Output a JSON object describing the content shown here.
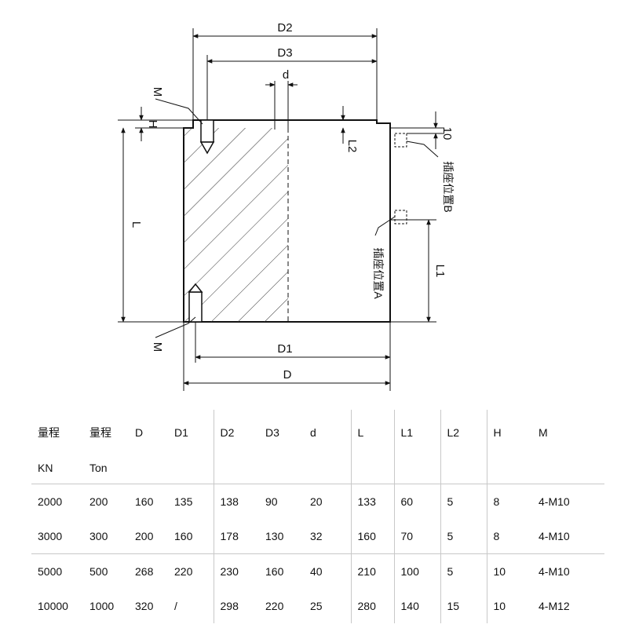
{
  "drawing": {
    "dims": {
      "D": "D",
      "D1": "D1",
      "D2": "D2",
      "D3": "D3",
      "d": "d",
      "L": "L",
      "L1": "L1",
      "L2": "L2",
      "H": "H",
      "M": "M",
      "ten": "10"
    },
    "socket_a": "插座位置A",
    "socket_b": "插座位置B"
  },
  "table": {
    "header": [
      "量程",
      "量程",
      "D",
      "D1",
      "D2",
      "D3",
      "d",
      "L",
      "L1",
      "L2",
      "H",
      "M"
    ],
    "units": [
      "KN",
      "Ton"
    ],
    "rows": [
      [
        "2000",
        "200",
        "160",
        "135",
        "138",
        "90",
        "20",
        "133",
        "60",
        "5",
        "8",
        "4-M10"
      ],
      [
        "3000",
        "300",
        "200",
        "160",
        "178",
        "130",
        "32",
        "160",
        "70",
        "5",
        "8",
        "4-M10"
      ],
      [
        "5000",
        "500",
        "268",
        "220",
        "230",
        "160",
        "40",
        "210",
        "100",
        "5",
        "10",
        "4-M10"
      ],
      [
        "10000",
        "1000",
        "320",
        "/",
        "298",
        "220",
        "25",
        "280",
        "140",
        "15",
        "10",
        "4-M12"
      ]
    ]
  }
}
